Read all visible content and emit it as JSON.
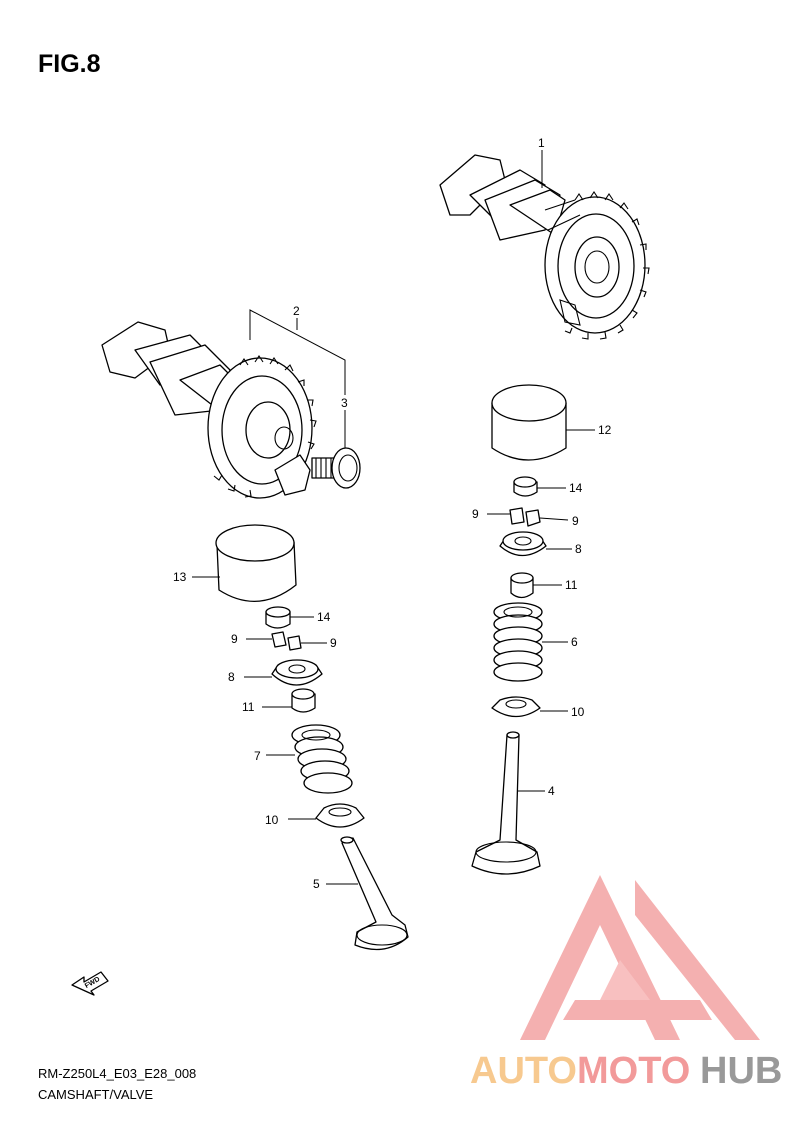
{
  "figure": {
    "title": "FIG.8"
  },
  "footer": {
    "code": "RM-Z250L4_E03_E28_008",
    "caption": "CAMSHAFT/VALVE"
  },
  "fwd_label": "FWD",
  "callouts": {
    "c1": "1",
    "c2": "2",
    "c3": "3",
    "c12": "12",
    "c14a": "14",
    "c9a": "9",
    "c9b": "9",
    "c8a": "8",
    "c11a": "11",
    "c6": "6",
    "c10a": "10",
    "c4": "4",
    "c13": "13",
    "c14b": "14",
    "c9c": "9",
    "c9d": "9",
    "c8b": "8",
    "c11b": "11",
    "c7": "7",
    "c10b": "10",
    "c5": "5"
  },
  "watermark": {
    "part1": "AUTO",
    "part2": "MOTO",
    "part3": "HUB",
    "colors": {
      "auto": "#f7c98f",
      "moto": "#f29a9a",
      "hub": "#9a9a9a",
      "triangle": "#f0a0a0"
    }
  }
}
